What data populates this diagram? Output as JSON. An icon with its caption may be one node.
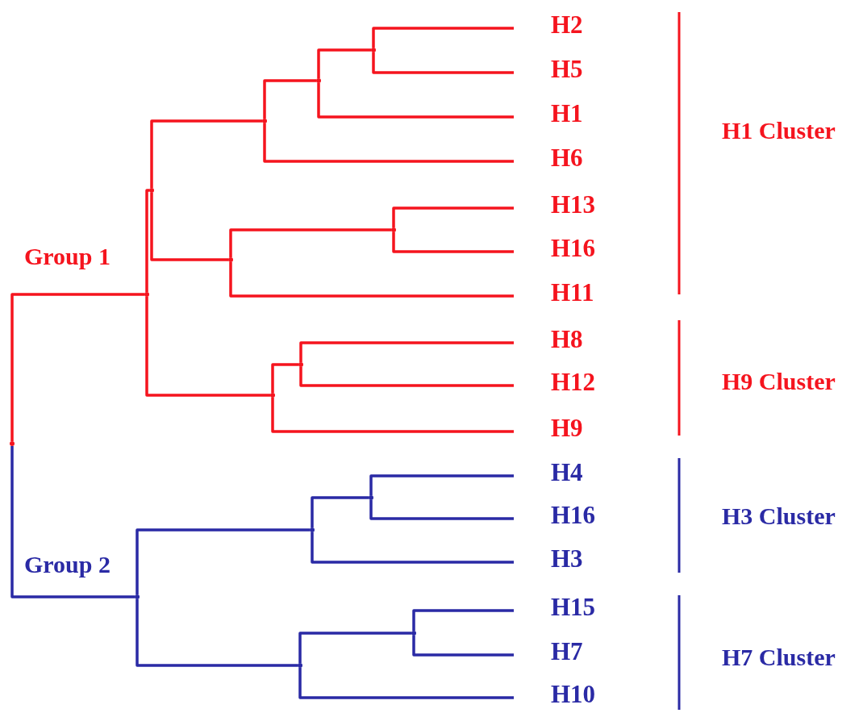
{
  "diagram": {
    "nodes": [
      {
        "text": [],
        "shape": "dot"
      },
      {
        "text": [],
        "shape": "dot"
      },
      {
        "text": [],
        "shape": "dot"
      },
      {
        "text": [],
        "shape": "dot"
      },
      {
        "text": [],
        "shape": "dot"
      },
      {
        "text": [],
        "shape": "dot"
      },
      {
        "text": [
          "H2"
        ]
      },
      {
        "text": [
          "H5"
        ]
      },
      {
        "text": [
          "H1"
        ]
      },
      {
        "text": [
          "H6"
        ]
      },
      {
        "text": [],
        "shape": "dot"
      },
      {
        "text": [],
        "shape": "dot"
      },
      {
        "text": [
          "H13"
        ]
      },
      {
        "text": [
          "H16"
        ]
      },
      {
        "text": [
          "H11"
        ]
      },
      {
        "text": [],
        "shape": "dot"
      },
      {
        "text": [],
        "shape": "dot"
      },
      {
        "text": [
          "H8"
        ]
      },
      {
        "text": [
          "H12"
        ]
      },
      {
        "text": [
          "H9"
        ]
      },
      {
        "text": [],
        "shape": "dot"
      },
      {
        "text": [],
        "shape": "dot"
      },
      {
        "text": [],
        "shape": "dot"
      },
      {
        "text": [
          "H4"
        ]
      },
      {
        "text": [
          "H16"
        ]
      },
      {
        "text": [
          "H3"
        ]
      },
      {
        "text": [],
        "shape": "dot"
      },
      {
        "text": [],
        "shape": "dot"
      },
      {
        "text": [
          "H15"
        ]
      },
      {
        "text": [
          "H7"
        ]
      },
      {
        "text": [
          "H10"
        ]
      }
    ],
    "edges": [
      {
        "from": 0,
        "to": 1,
        "arrow": "none"
      },
      {
        "from": 1,
        "to": 2,
        "arrow": "none"
      },
      {
        "from": 1,
        "to": 15,
        "arrow": "none"
      },
      {
        "from": 2,
        "to": 3,
        "arrow": "none"
      },
      {
        "from": 2,
        "to": 10,
        "arrow": "none"
      },
      {
        "from": 3,
        "to": 4,
        "arrow": "none"
      },
      {
        "from": 3,
        "to": 9,
        "arrow": "none"
      },
      {
        "from": 4,
        "to": 5,
        "arrow": "none"
      },
      {
        "from": 4,
        "to": 8,
        "arrow": "none"
      },
      {
        "from": 5,
        "to": 6,
        "arrow": "none"
      },
      {
        "from": 5,
        "to": 7,
        "arrow": "none"
      },
      {
        "from": 10,
        "to": 11,
        "arrow": "none"
      },
      {
        "from": 10,
        "to": 14,
        "arrow": "none"
      },
      {
        "from": 11,
        "to": 12,
        "arrow": "none"
      },
      {
        "from": 11,
        "to": 13,
        "arrow": "none"
      },
      {
        "from": 15,
        "to": 16,
        "arrow": "none"
      },
      {
        "from": 15,
        "to": 19,
        "arrow": "none"
      },
      {
        "from": 16,
        "to": 17,
        "arrow": "none"
      },
      {
        "from": 16,
        "to": 18,
        "arrow": "none"
      },
      {
        "from": 0,
        "to": 20,
        "arrow": "none",
        "color": "#2a2aa5"
      },
      {
        "from": 20,
        "to": 21,
        "arrow": "none",
        "color": "#2a2aa5"
      },
      {
        "from": 20,
        "to": 26,
        "arrow": "none",
        "color": "#2a2aa5"
      },
      {
        "from": 21,
        "to": 22,
        "arrow": "none",
        "color": "#2a2aa5"
      },
      {
        "from": 21,
        "to": 25,
        "arrow": "none",
        "color": "#2a2aa5"
      },
      {
        "from": 22,
        "to": 23,
        "arrow": "none",
        "color": "#2a2aa5"
      },
      {
        "from": 22,
        "to": 24,
        "arrow": "none",
        "color": "#2a2aa5"
      },
      {
        "from": 26,
        "to": 27,
        "arrow": "none",
        "color": "#2a2aa5"
      },
      {
        "from": 26,
        "to": 30,
        "arrow": "none",
        "color": "#2a2aa5"
      },
      {
        "from": 27,
        "to": 28,
        "arrow": "none",
        "color": "#2a2aa5"
      },
      {
        "from": 27,
        "to": 29,
        "arrow": "none",
        "color": "#2a2aa5"
      }
    ],
    "labels": [
      "Group 1",
      "H1 Cluster",
      "H9 Cluster",
      "Group 2",
      "H3 Cluster",
      "H7 Cluster"
    ]
  }
}
